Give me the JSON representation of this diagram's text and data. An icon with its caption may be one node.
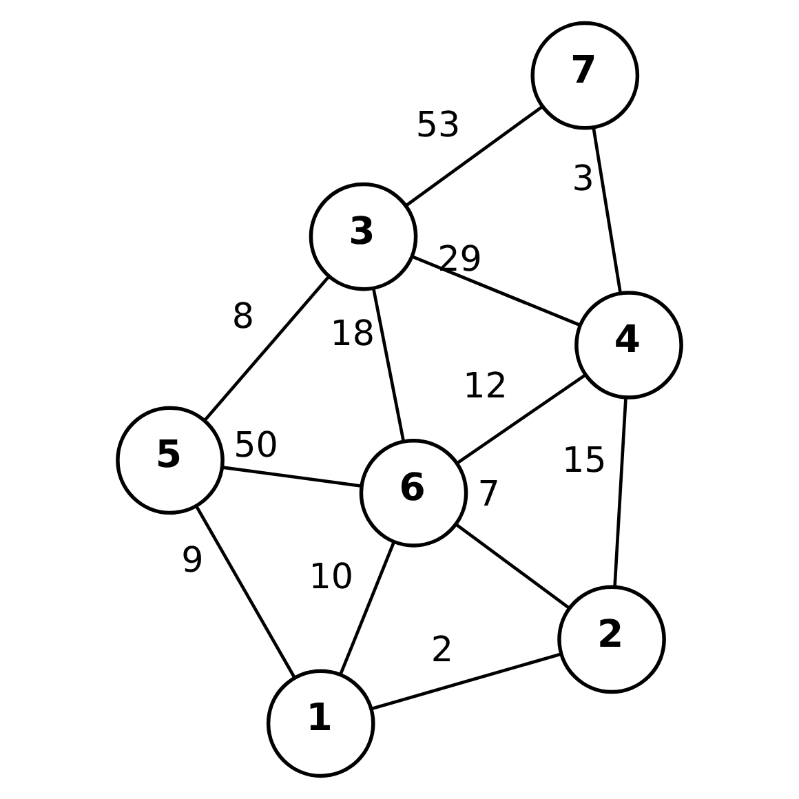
{
  "diagram": {
    "nodes": [
      {
        "text": [
          "7"
        ]
      },
      {
        "text": [
          "3"
        ]
      },
      {
        "text": [
          "4"
        ]
      },
      {
        "text": [
          "5"
        ]
      },
      {
        "text": [
          "6"
        ]
      },
      {
        "text": [
          "2"
        ]
      },
      {
        "text": [
          "1"
        ]
      }
    ],
    "edges": [
      {
        "from": 0,
        "to": 1,
        "arrow": "none",
        "label": "53"
      },
      {
        "from": 0,
        "to": 2,
        "arrow": "none",
        "label": "3"
      },
      {
        "from": 1,
        "to": 2,
        "arrow": "none",
        "label": "29"
      },
      {
        "from": 1,
        "to": 3,
        "arrow": "none",
        "label": "8"
      },
      {
        "from": 1,
        "to": 4,
        "arrow": "none",
        "label": "18"
      },
      {
        "from": 4,
        "to": 2,
        "arrow": "none",
        "label": "12"
      },
      {
        "from": 3,
        "to": 4,
        "arrow": "none",
        "label": "50"
      },
      {
        "from": 2,
        "to": 5,
        "arrow": "none",
        "label": "15"
      },
      {
        "from": 4,
        "to": 5,
        "arrow": "none",
        "label": "7"
      },
      {
        "from": 3,
        "to": 6,
        "arrow": "none",
        "label": "9"
      },
      {
        "from": 4,
        "to": 6,
        "arrow": "none",
        "label": "10"
      },
      {
        "from": 6,
        "to": 5,
        "arrow": "none",
        "label": "2"
      }
    ]
  }
}
